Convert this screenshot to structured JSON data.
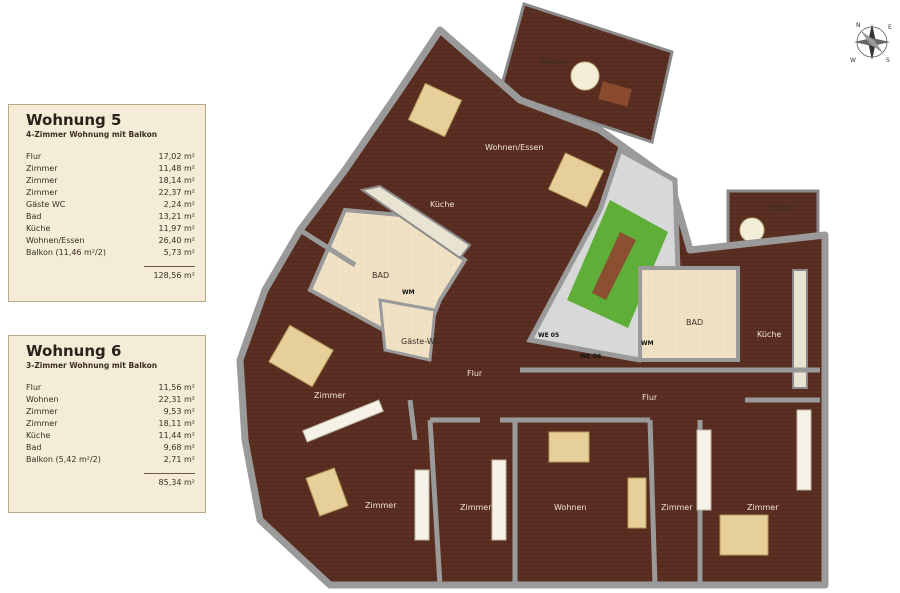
{
  "apartments": [
    {
      "title": "Wohnung 5",
      "subtitle": "4-Zimmer Wohnung mit Balkon",
      "rooms": [
        {
          "name": "Flur",
          "area": "17,02 m²"
        },
        {
          "name": "Zimmer",
          "area": "11,48 m²"
        },
        {
          "name": "Zimmer",
          "area": "18,14 m²"
        },
        {
          "name": "Zimmer",
          "area": "22,37 m²"
        },
        {
          "name": "Gäste WC",
          "area": "2,24 m²"
        },
        {
          "name": "Bad",
          "area": "13,21 m²"
        },
        {
          "name": "Küche",
          "area": "11,97 m²"
        },
        {
          "name": "Wohnen/Essen",
          "area": "26,40 m²"
        },
        {
          "name": "Balkon (11,46 m²/2)",
          "area": "5,73 m²"
        }
      ],
      "total": "128,56 m²"
    },
    {
      "title": "Wohnung 6",
      "subtitle": "3-Zimmer Wohnung mit Balkon",
      "rooms": [
        {
          "name": "Flur",
          "area": "11,56 m²"
        },
        {
          "name": "Wohnen",
          "area": "22,31 m²"
        },
        {
          "name": "Zimmer",
          "area": "9,53 m²"
        },
        {
          "name": "Zimmer",
          "area": "18,11 m²"
        },
        {
          "name": "Küche",
          "area": "11,44 m²"
        },
        {
          "name": "Bad",
          "area": "9,68 m²"
        },
        {
          "name": "Balkon (5,42 m²/2)",
          "area": "2,71 m²"
        }
      ],
      "total": "85,34 m²"
    }
  ],
  "plan_labels": {
    "balkon_5": "Balkon",
    "balkon_6": "Balkon",
    "wohnen_essen": "Wohnen/Essen",
    "kueche_5": "Küche",
    "bad_5": "BAD",
    "gaeste_wc": "Gäste-WC",
    "wm_5": "WM",
    "zimmer_5a": "Zimmer",
    "zimmer_5b": "Zimmer",
    "zimmer_5c": "Zimmer",
    "flur_5": "Flur",
    "we05": "WE 05",
    "we06": "WE 06",
    "bad_6": "BAD",
    "wm_6": "WM",
    "kueche_6": "Küche",
    "flur_6": "Flur",
    "wohnen_6": "Wohnen",
    "zimmer_6a": "Zimmer",
    "zimmer_6b": "Zimmer"
  },
  "compass": {
    "n": "N",
    "s": "S",
    "e": "E",
    "w": "W"
  },
  "colors": {
    "floor": "#5a2f22",
    "tile": "#f1e2c6",
    "wall": "#a4a4a4",
    "green": "#5fae3a",
    "card": "#f4ecd6"
  }
}
